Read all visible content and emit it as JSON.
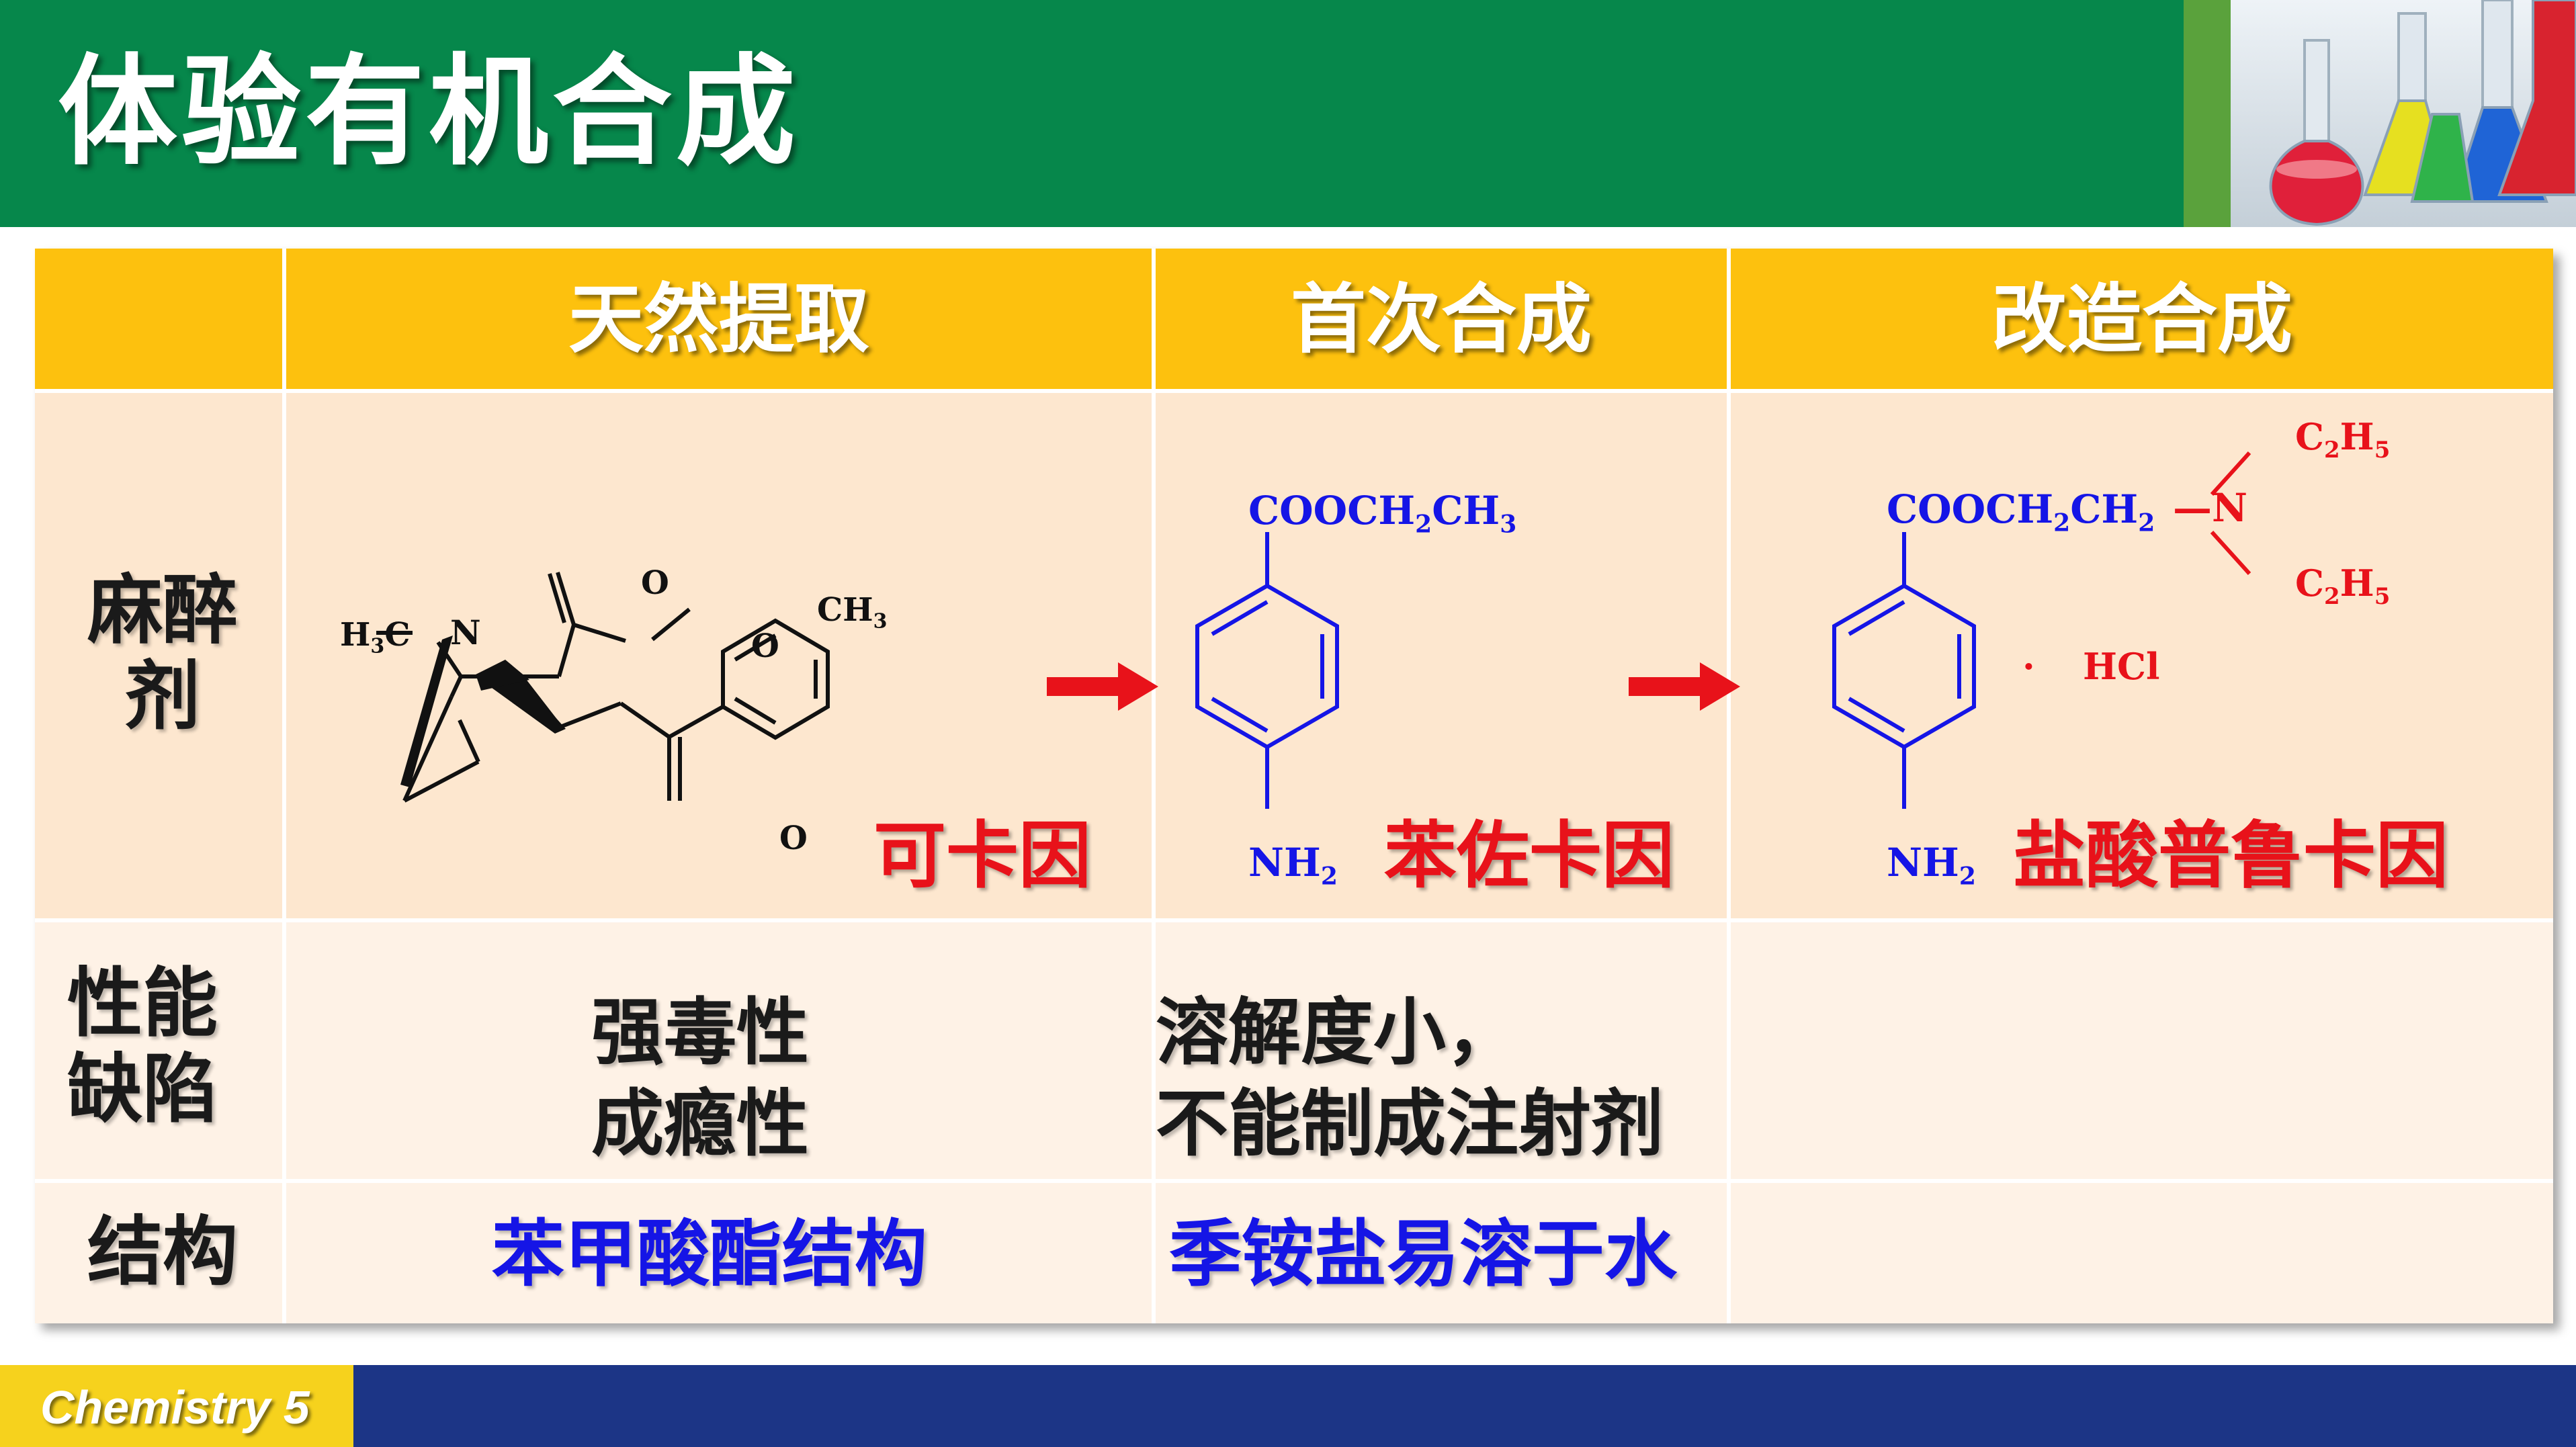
{
  "title": "体验有机合成",
  "table": {
    "columns": [
      "天然提取",
      "首次合成",
      "改造合成"
    ],
    "rows": {
      "anesthetic": {
        "label": "麻醉剂",
        "drugs": [
          "可卡因",
          "苯佐卡因",
          "盐酸普鲁卡因"
        ]
      },
      "defects": {
        "label": "性能缺陷",
        "col1": [
          "强毒性",
          "成瘾性"
        ],
        "col2": [
          "溶解度小，",
          "不能制成注射剂"
        ]
      },
      "structure": {
        "label": "结构",
        "col1": "苯甲酸酯结构",
        "col2": "季铵盐易溶于水"
      }
    }
  },
  "chem": {
    "cocaine": {
      "o_top": "O",
      "ch3": "CH",
      "ch3_sub": "3",
      "h3c": "H",
      "h3c_sub": "3",
      "h3c_c": "C",
      "n": "N",
      "o_ester": "O",
      "o_bottom": "O"
    },
    "benzocaine": {
      "cooch": "COOCH",
      "sub2": "2",
      "ch": "CH",
      "sub3": "3",
      "nh": "NH",
      "nh_sub": "2"
    },
    "procaine": {
      "cooch": "COOCH",
      "sub2a": "2",
      "ch": "CH",
      "sub2b": "2",
      "dash": "—",
      "n": "N",
      "c": "C",
      "c_sub": "2",
      "h": "H",
      "h_sub": "5",
      "hcl": "HCl",
      "dot": "·",
      "nh": "NH",
      "nh_sub": "2"
    }
  },
  "footer": "Chemistry 5",
  "colors": {
    "header": "#06874b",
    "table_header": "#fdc10e",
    "red": "#e8121a",
    "blue": "#1515e6",
    "footer": "#1c3586"
  }
}
